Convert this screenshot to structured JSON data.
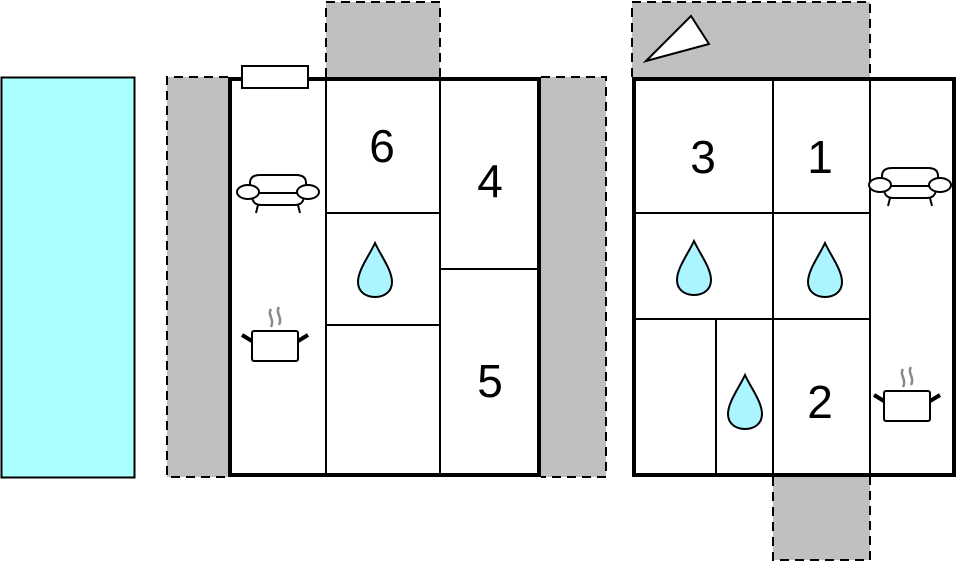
{
  "diagram": {
    "type": "floor-plan",
    "colors": {
      "pool": "#aaffff",
      "terrace": "#c0c0c0",
      "wall": "#000000",
      "water": "#aaf5ff",
      "steam": "#8a8a8a"
    },
    "pool": {
      "name": "pool"
    },
    "building_left": {
      "rooms": [
        {
          "id": "room-6",
          "label": "6",
          "type": "bedroom"
        },
        {
          "id": "room-4",
          "label": "4",
          "type": "bedroom"
        },
        {
          "id": "room-5",
          "label": "5",
          "type": "bedroom"
        },
        {
          "id": "bath-left",
          "label": "",
          "type": "bathroom",
          "icon": "water-drop-icon"
        },
        {
          "id": "living-left",
          "label": "",
          "type": "living",
          "icons": [
            "sofa-icon",
            "cooking-pot-icon"
          ]
        },
        {
          "id": "utility-left",
          "label": "",
          "type": "other"
        }
      ]
    },
    "building_right": {
      "rooms": [
        {
          "id": "room-3",
          "label": "3",
          "type": "bedroom"
        },
        {
          "id": "room-1",
          "label": "1",
          "type": "bedroom"
        },
        {
          "id": "room-2",
          "label": "2",
          "type": "bedroom"
        },
        {
          "id": "bath-right-a",
          "label": "",
          "type": "bathroom",
          "icon": "water-drop-icon"
        },
        {
          "id": "bath-right-b",
          "label": "",
          "type": "bathroom",
          "icon": "water-drop-icon"
        },
        {
          "id": "bath-right-c",
          "label": "",
          "type": "bathroom",
          "icon": "water-drop-icon"
        },
        {
          "id": "living-right",
          "label": "",
          "type": "living",
          "icons": [
            "sofa-icon",
            "cooking-pot-icon"
          ]
        },
        {
          "id": "utility-right",
          "label": "",
          "type": "other"
        }
      ]
    },
    "terraces": [
      "left-terrace",
      "top-terrace-left",
      "right-terrace",
      "top-terrace-right",
      "bottom-terrace-right"
    ],
    "labels": {
      "r6": "6",
      "r4": "4",
      "r5": "5",
      "r3": "3",
      "r1": "1",
      "r2": "2"
    }
  }
}
